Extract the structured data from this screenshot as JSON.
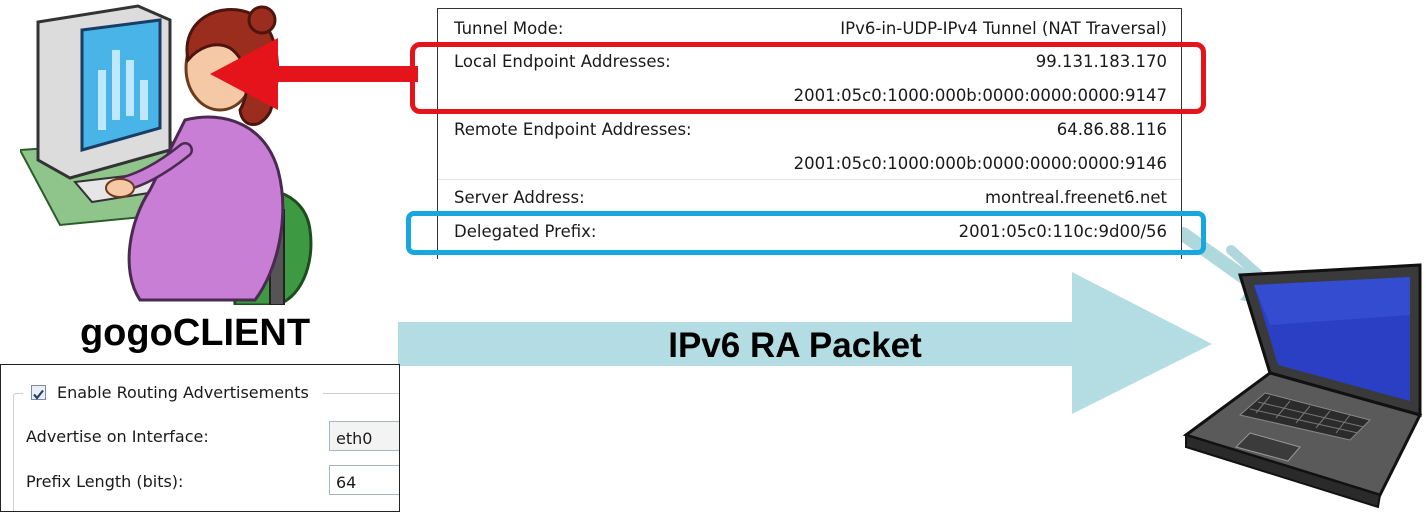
{
  "tunnel": {
    "rows": [
      {
        "label": "Tunnel Mode:",
        "value": "IPv6-in-UDP-IPv4 Tunnel (NAT Traversal)"
      },
      {
        "label": "Local Endpoint Addresses:",
        "value": "99.131.183.170"
      },
      {
        "label": "",
        "value": "2001:05c0:1000:000b:0000:0000:0000:9147"
      },
      {
        "label": "Remote Endpoint Addresses:",
        "value": "64.86.88.116"
      },
      {
        "label": "",
        "value": "2001:05c0:1000:000b:0000:0000:0000:9146"
      },
      {
        "label": "Server Address:",
        "value": "montreal.freenet6.net"
      },
      {
        "label": "Delegated Prefix:",
        "value": "2001:05c0:110c:9d00/56"
      }
    ]
  },
  "client_caption": "gogoCLIENT",
  "settings": {
    "enable_ra_label": "Enable Routing Advertisements",
    "enable_ra_checked": true,
    "interface_label": "Advertise on Interface:",
    "interface_value": "eth0",
    "prefix_label": "Prefix Length (bits):",
    "prefix_value": "64"
  },
  "arrow_label": "IPv6 RA Packet",
  "colors": {
    "highlight_red": "#e5141b",
    "highlight_blue": "#16a7df",
    "arrow_fill": "#b3dde2",
    "small_arrow_fill": "#aed8dc"
  },
  "icons": [
    "person-at-computer-icon",
    "laptop-icon"
  ]
}
